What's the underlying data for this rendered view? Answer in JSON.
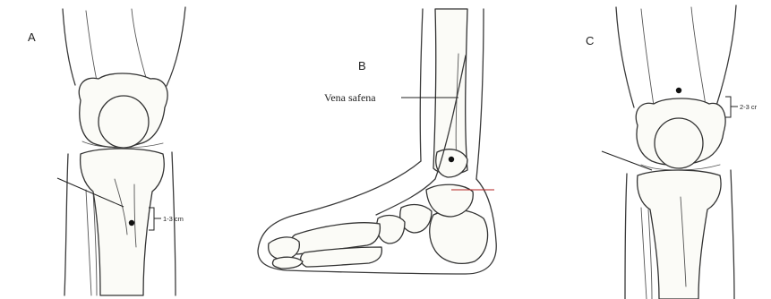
{
  "panels": {
    "a": {
      "letter": "A",
      "measure": "1-3 cm"
    },
    "b": {
      "letter": "B",
      "vein_label": "Vena safena"
    },
    "c": {
      "letter": "C",
      "measure": "2-3 cr"
    }
  },
  "colors": {
    "ink": "#333333",
    "background": "#ffffff",
    "pointer_accent": "#b32020"
  }
}
